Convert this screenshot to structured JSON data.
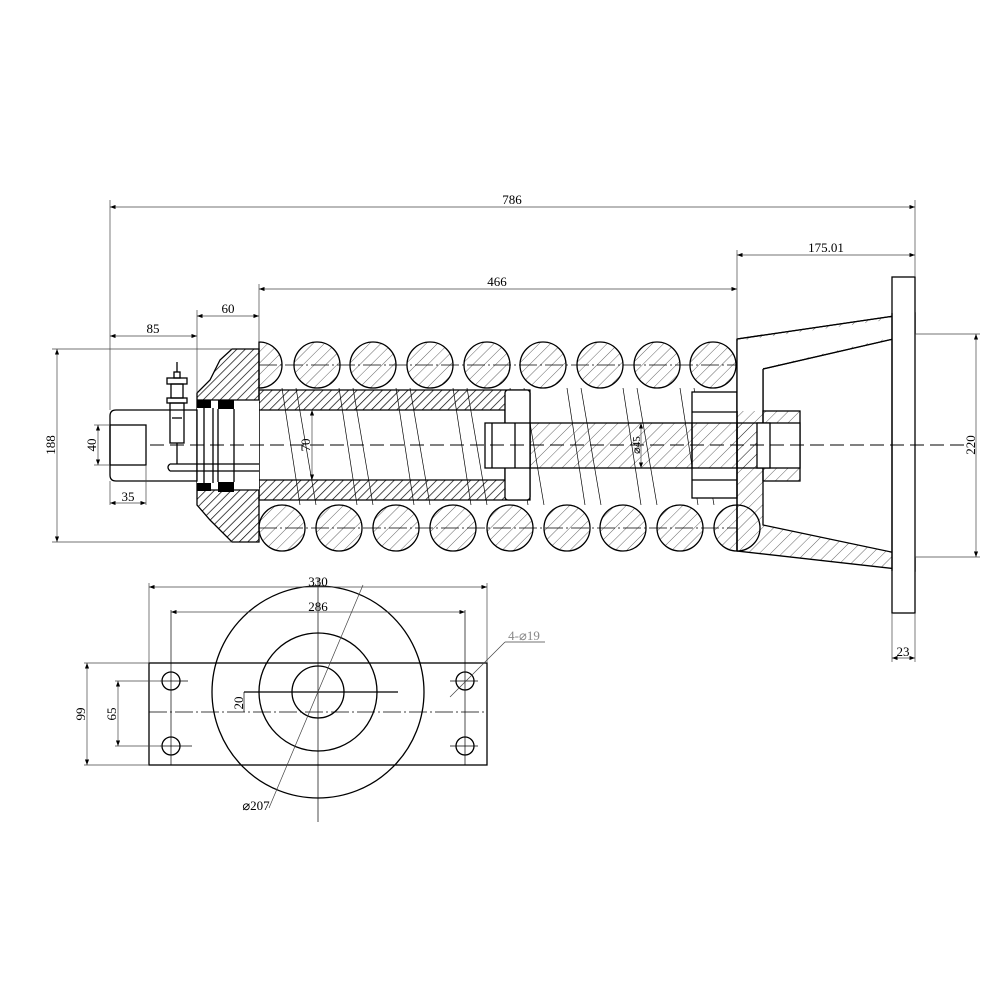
{
  "drawing": {
    "title": "Tensioning spring recoil assembly",
    "dimensions": {
      "overall_length": "786",
      "cone_length": "175.01",
      "spring_length": "466",
      "flange_width": "60",
      "clevis_length": "85",
      "overall_height": "188",
      "clevis_slot_height": "40",
      "clevis_slot_width": "35",
      "bore_diameter": "70",
      "rod_diameter": "⌀45",
      "cone_diameter": "220",
      "plate_thickness": "23"
    },
    "base_view": {
      "plate_length": "330",
      "hole_spacing": "286",
      "hole_callout": "4-⌀19",
      "plate_width": "99",
      "hole_pitch": "65",
      "offset": "20",
      "disc_diameter": "⌀207"
    }
  }
}
